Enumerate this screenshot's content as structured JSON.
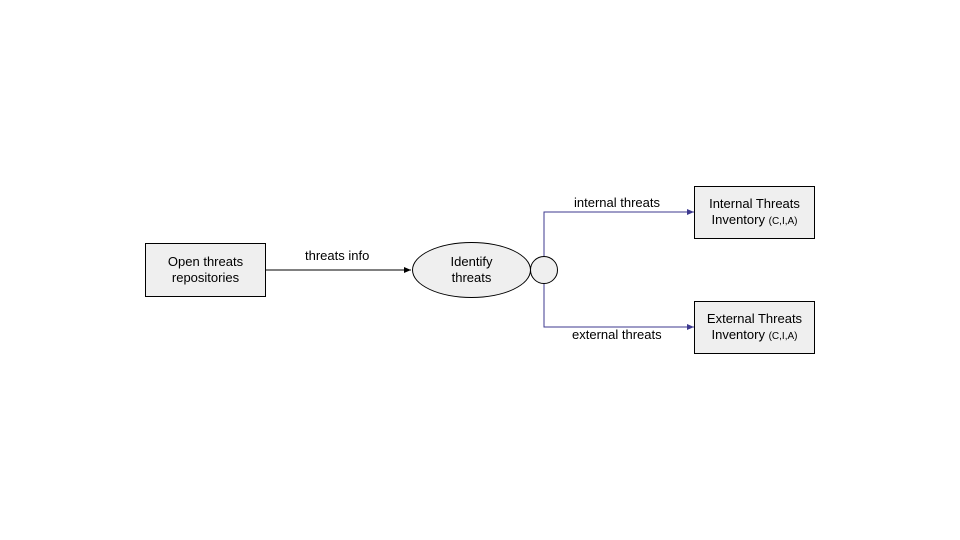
{
  "nodes": {
    "source": {
      "line1": "Open threats",
      "line2": "repositories"
    },
    "process": {
      "line1": "Identify",
      "line2": "threats"
    },
    "internal": {
      "line1": "Internal Threats",
      "line2": "Inventory",
      "suffix": "(C,I,A)"
    },
    "external": {
      "line1": "External Threats",
      "line2": "Inventory",
      "suffix": "(C,I,A)"
    }
  },
  "edges": {
    "threats_info": "threats info",
    "internal_threats": "internal threats",
    "external_threats": "external threats"
  },
  "colors": {
    "node_fill": "#efefef",
    "main_arrow": "#000000",
    "branch_arrow": "#3d3a8f"
  }
}
